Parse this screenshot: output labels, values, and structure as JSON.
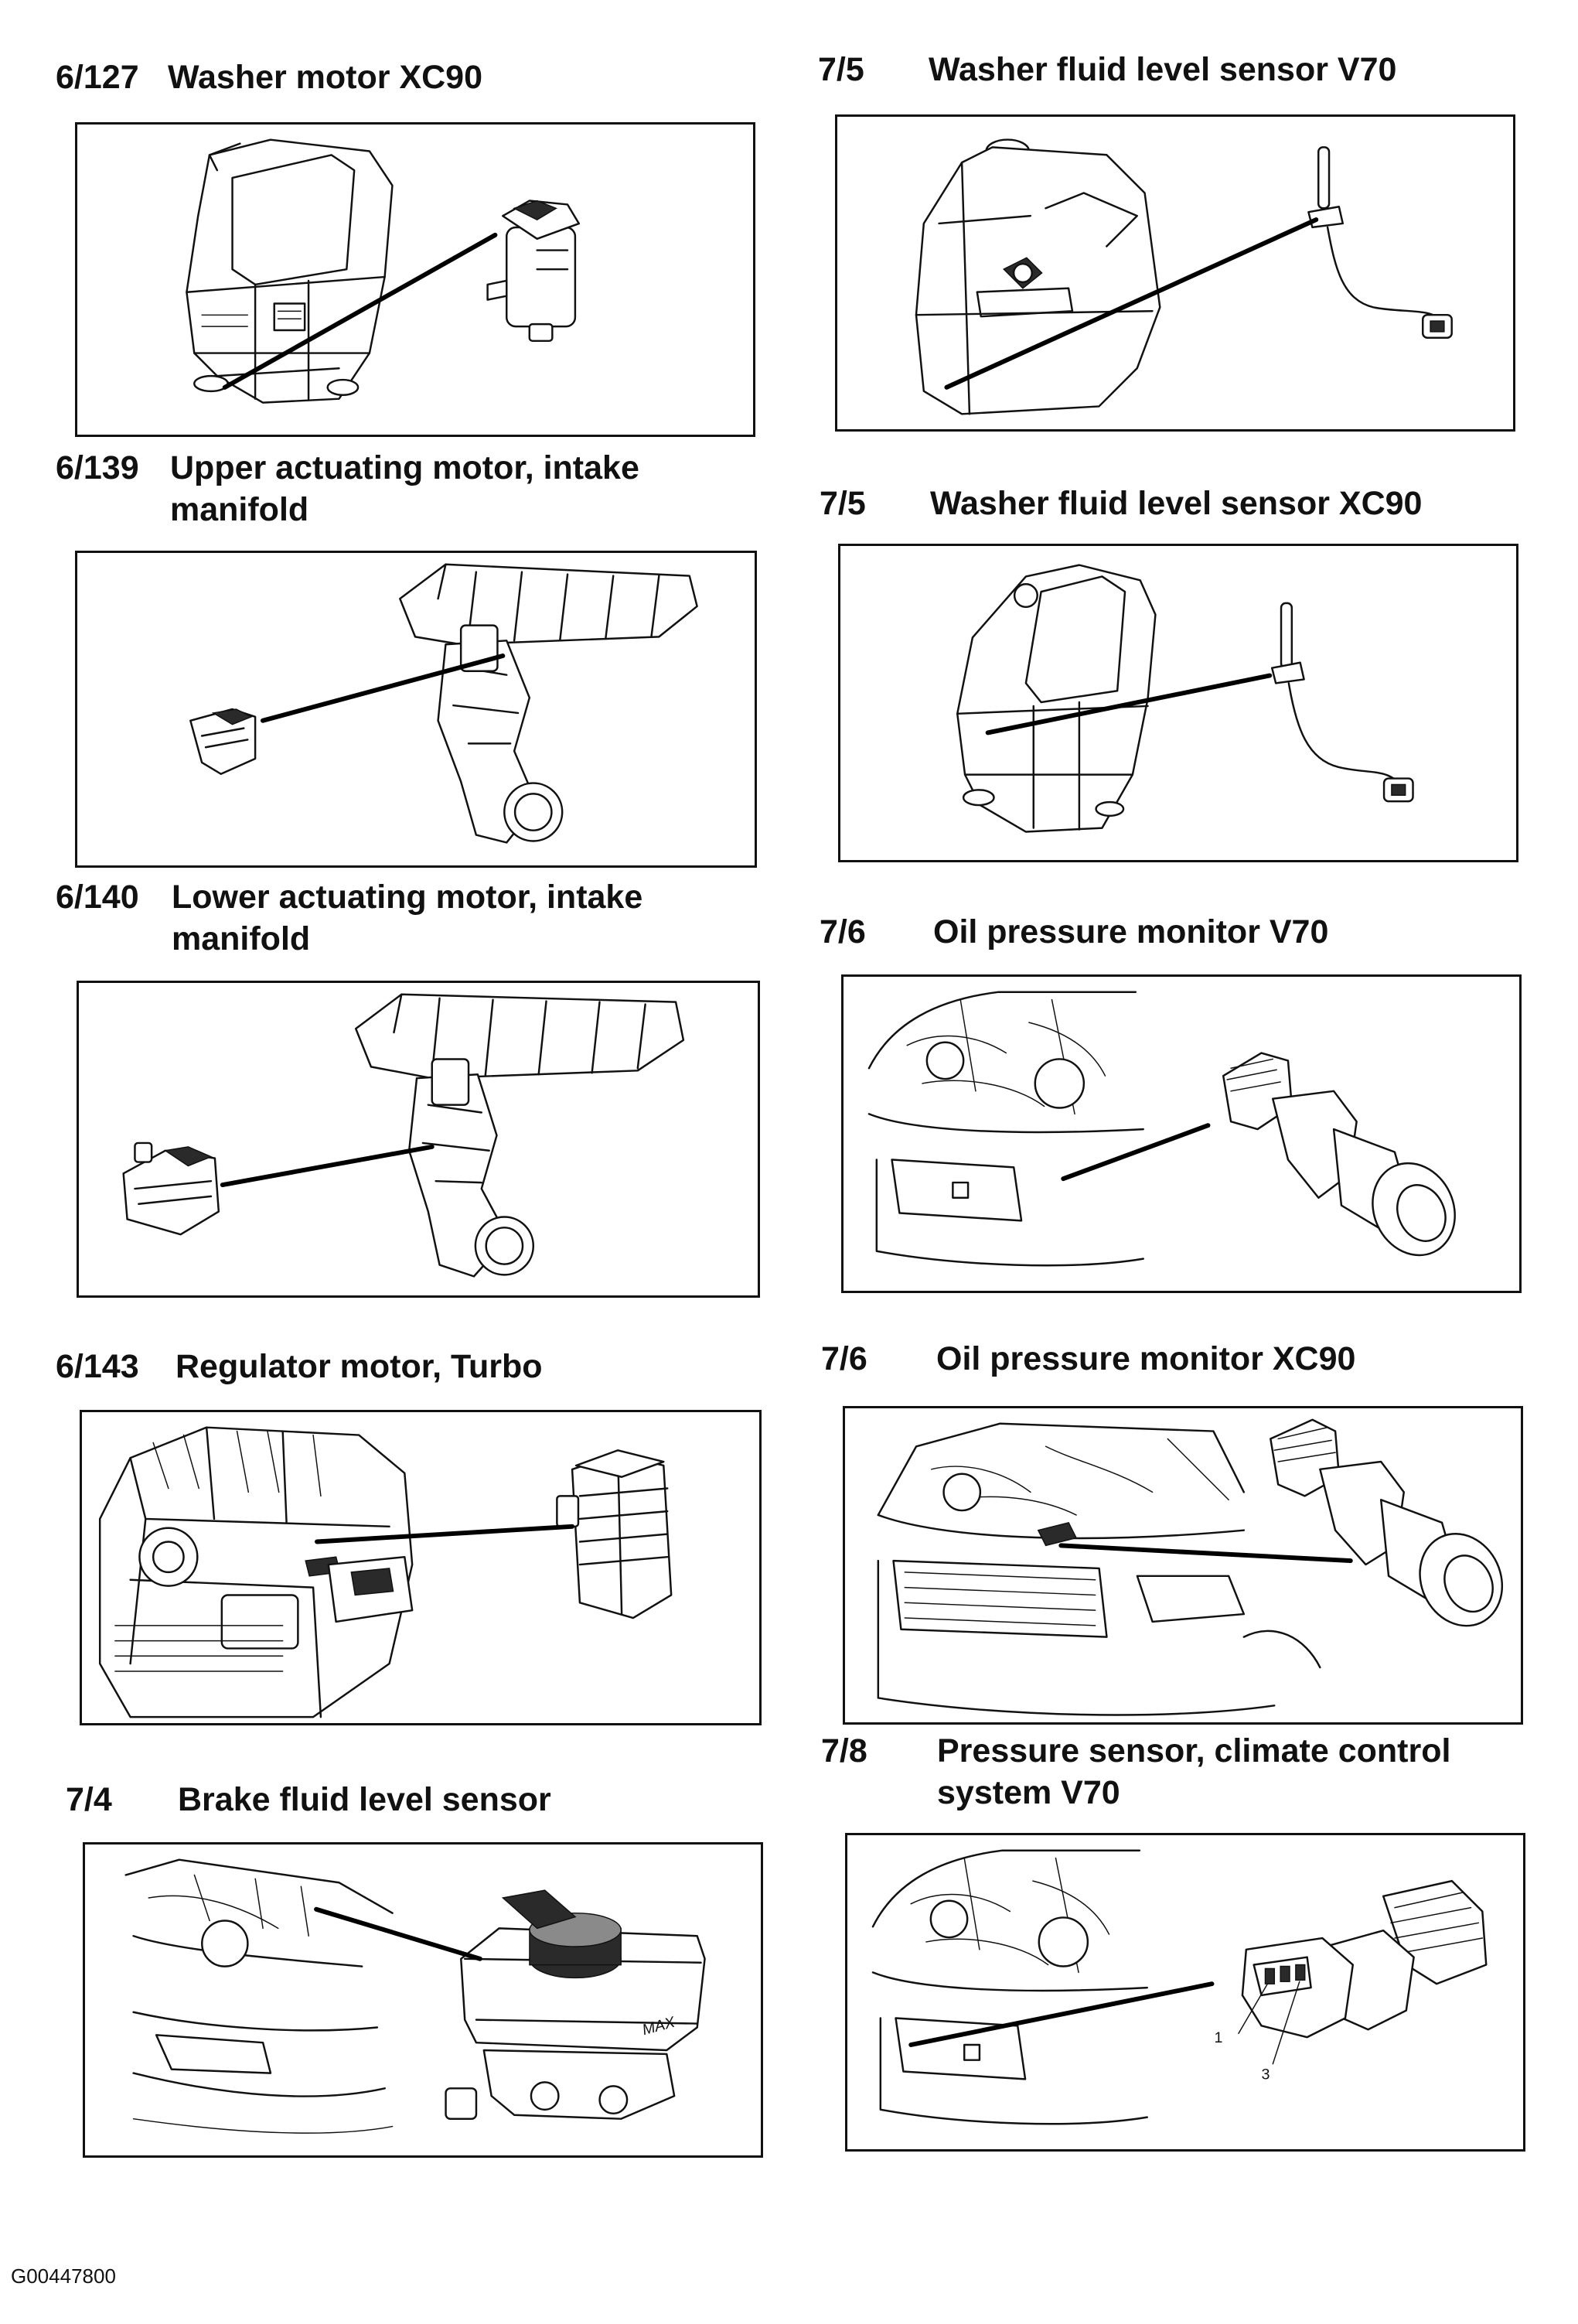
{
  "items": [
    {
      "num": "6/127",
      "title": "Washer motor XC90"
    },
    {
      "num": "6/139",
      "title": "Upper actuating motor, intake",
      "title2": "manifold"
    },
    {
      "num": "6/140",
      "title": "Lower actuating motor, intake",
      "title2": "manifold"
    },
    {
      "num": "6/143",
      "title": "Regulator motor, Turbo"
    },
    {
      "num": "7/4",
      "title": "Brake fluid level sensor"
    },
    {
      "num": "7/5",
      "title": "Washer fluid level sensor V70"
    },
    {
      "num": "7/5",
      "title": "Washer fluid level sensor XC90"
    },
    {
      "num": "7/6",
      "title": "Oil pressure monitor V70"
    },
    {
      "num": "7/6",
      "title": "Oil pressure monitor XC90"
    },
    {
      "num": "7/8",
      "title": "Pressure sensor, climate control",
      "title2": "system V70"
    }
  ],
  "labels": {
    "brake_max": "MAX",
    "pin_1": "1",
    "pin_3": "3"
  },
  "footer": {
    "code": "G00447800"
  }
}
